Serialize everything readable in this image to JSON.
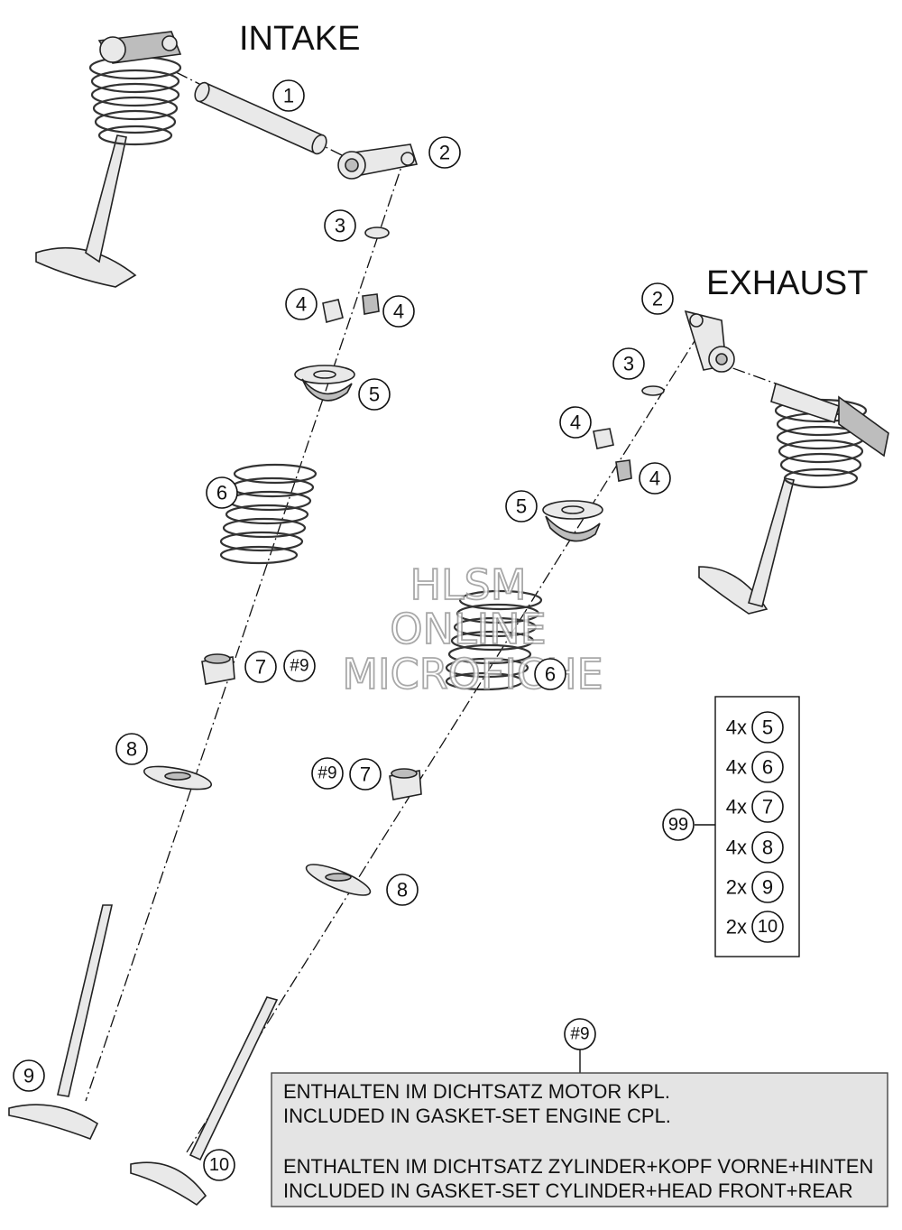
{
  "titles": {
    "intake": "INTAKE",
    "exhaust": "EXHAUST"
  },
  "callouts": {
    "i1": "1",
    "i2": "2",
    "i3": "3",
    "i4a": "4",
    "i4b": "4",
    "i5": "5",
    "i6": "6",
    "i7": "7",
    "i7ref": "#9",
    "i8": "8",
    "i9": "9",
    "e2": "2",
    "e3": "3",
    "e4a": "4",
    "e4b": "4",
    "e5": "5",
    "e6": "6",
    "e7": "7",
    "e7ref": "#9",
    "e8": "8",
    "e10": "10"
  },
  "kit": {
    "label": "99",
    "rows": [
      {
        "qty": "4x",
        "part": "5"
      },
      {
        "qty": "4x",
        "part": "6"
      },
      {
        "qty": "4x",
        "part": "7"
      },
      {
        "qty": "4x",
        "part": "8"
      },
      {
        "qty": "2x",
        "part": "9"
      },
      {
        "qty": "2x",
        "part": "10"
      }
    ]
  },
  "note": {
    "ref": "#9",
    "lines": [
      "ENTHALTEN IM DICHTSATZ MOTOR KPL.",
      "INCLUDED IN GASKET-SET ENGINE CPL.",
      "ENTHALTEN IM DICHTSATZ ZYLINDER+KOPF VORNE+HINTEN",
      "INCLUDED IN GASKET-SET CYLINDER+HEAD FRONT+REAR"
    ]
  },
  "watermark": {
    "line1": "HLSM",
    "line2": "ONLINE",
    "line3": "MICROFICHE"
  }
}
